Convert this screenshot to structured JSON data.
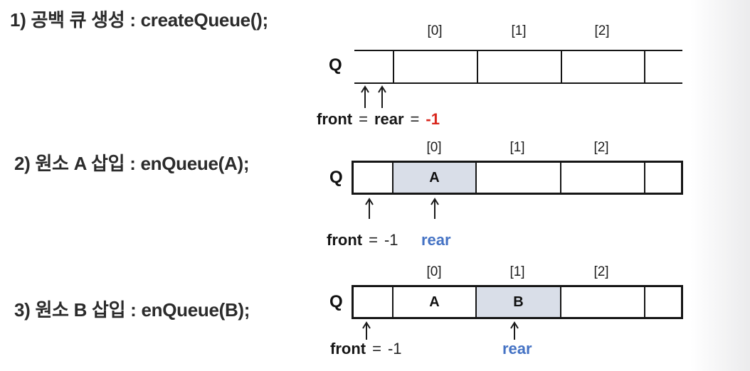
{
  "sections": [
    {
      "label": "1) 공백 큐 생성 : createQueue();",
      "diagram": {
        "q": "Q",
        "indices": [
          "[0]",
          "[1]",
          "[2]"
        ],
        "cells": [
          "",
          "",
          "",
          "",
          ""
        ],
        "annotation": {
          "front": "front",
          "eq1": "=",
          "rear": "rear",
          "eq2": "=",
          "value": "-1"
        }
      }
    },
    {
      "label": "2) 원소 A 삽입 : enQueue(A);",
      "diagram": {
        "q": "Q",
        "indices": [
          "[0]",
          "[1]",
          "[2]"
        ],
        "cells": [
          "",
          "A",
          "",
          "",
          ""
        ],
        "annotation": {
          "front": "front",
          "eq": "=",
          "value": "-1",
          "rear": "rear"
        }
      }
    },
    {
      "label": "3) 원소 B 삽입 : enQueue(B);",
      "diagram": {
        "q": "Q",
        "indices": [
          "[0]",
          "[1]",
          "[2]"
        ],
        "cells": [
          "",
          "A",
          "B",
          "",
          ""
        ],
        "annotation": {
          "front": "front",
          "eq": "=",
          "value": "-1",
          "rear": "rear"
        }
      }
    }
  ],
  "colors": {
    "line": "#151515",
    "text": "#262626",
    "highlight_cell": "#d9dee8",
    "rear_blue": "#4472c4",
    "front_red": "#d9261c"
  }
}
